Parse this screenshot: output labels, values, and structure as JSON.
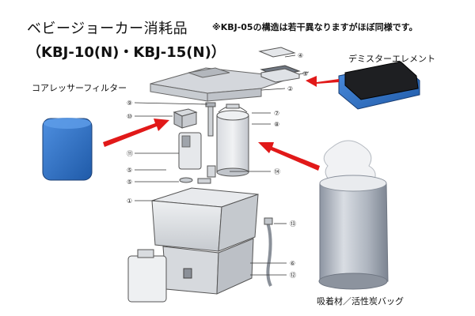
{
  "header": {
    "title": "ベビージョーカー消耗品",
    "models": "（KBJ-10(N)・KBJ-15(N)）",
    "note": "※KBJ-05の構造は若干異なりますがほぼ同様です。"
  },
  "labels": {
    "demister": "デミスターエレメント",
    "core_filter": "コアレッサーフィルター",
    "adsorbent_bag": "吸着材／活性炭バッグ"
  },
  "part_numbers": [
    "①",
    "②",
    "③",
    "④",
    "⑤",
    "⑥",
    "⑦",
    "⑧",
    "⑨",
    "⑩",
    "⑪",
    "⑫",
    "⑬",
    "⑭"
  ],
  "colors": {
    "arrow": "#e11919",
    "filter_blue": "#2f6fc6",
    "machine_gray": "#c9cdd2"
  },
  "icons": {
    "arrows": "red-arrow-icon"
  }
}
